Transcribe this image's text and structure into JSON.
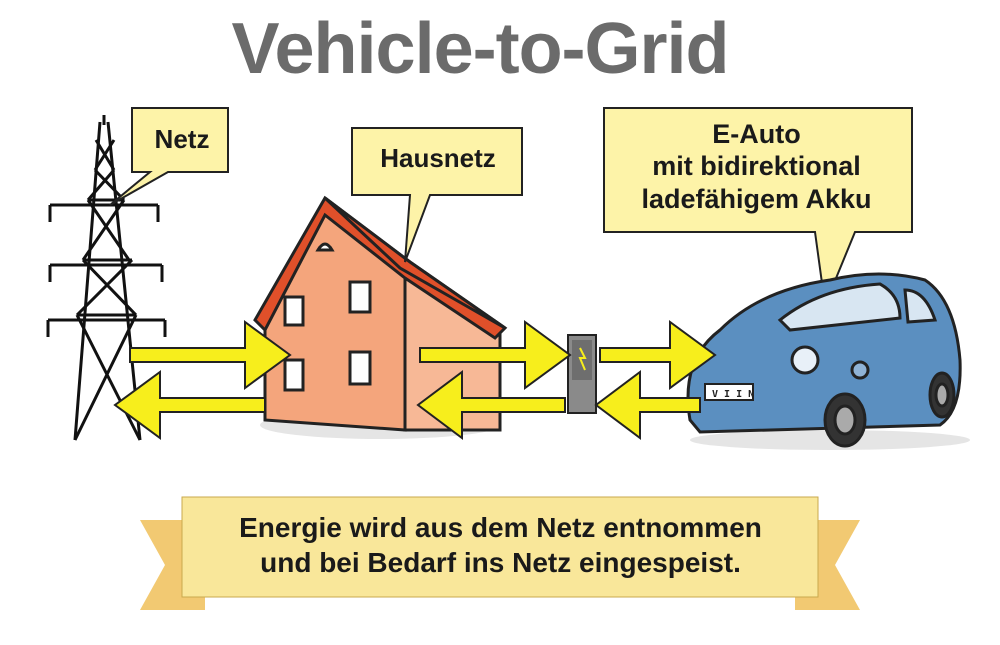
{
  "title": "Vehicle-to-Grid",
  "labels": {
    "netz": "Netz",
    "hausnetz": "Hausnetz",
    "eauto": [
      "E-Auto",
      "mit bidirektional",
      "ladefähigem Akku"
    ]
  },
  "banner": [
    "Energie wird aus dem Netz entnommen",
    "und bei Bedarf ins Netz eingespeist."
  ],
  "plate": "V I I N",
  "colors": {
    "title": "#6b6b6b",
    "bubble": "#fdf3a8",
    "arrow": "#f7ee1c",
    "house": "#f4a57c",
    "roof": "#e0502a",
    "car": "#5b8fc0",
    "banner": "#f9e79a",
    "banner_ribbon": "#f2c972"
  },
  "icons": [
    "power-pylon-icon",
    "house-icon",
    "wallbox-charger-icon",
    "electric-car-icon"
  ]
}
